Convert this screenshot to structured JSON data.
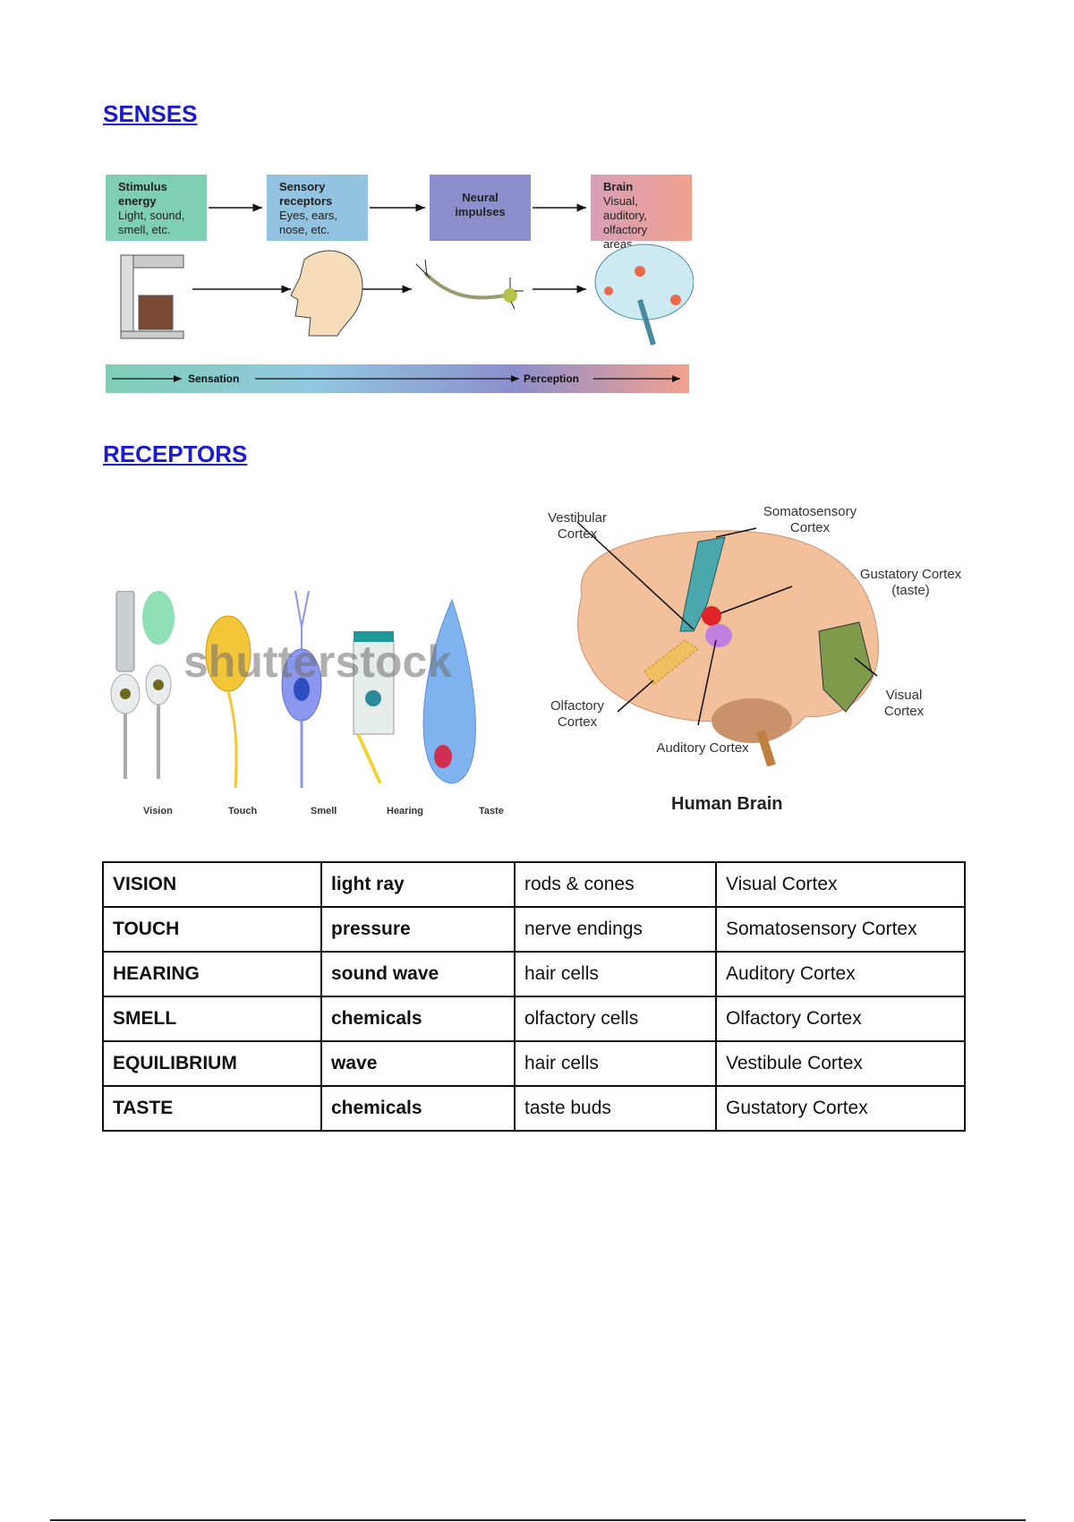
{
  "sections": {
    "senses": "SENSES",
    "receptors": "RECEPTORS"
  },
  "senses_diagram": {
    "boxes": [
      {
        "title": "Stimulus energy",
        "desc": "Light, sound, smell, etc.",
        "color": "#7fcfb5"
      },
      {
        "title": "Sensory receptors",
        "desc": "Eyes, ears, nose, etc.",
        "color": "#92c3e0"
      },
      {
        "title": "Neural impulses",
        "desc": "",
        "color": "#8c8fcc"
      },
      {
        "title": "Brain",
        "desc": "Visual, auditory, olfactory areas",
        "color": "#e89a93"
      }
    ],
    "bar": {
      "left": "Sensation",
      "right": "Perception"
    }
  },
  "receptor_cells": [
    "Vision",
    "Touch",
    "Smell",
    "Hearing",
    "Taste"
  ],
  "watermark": "shutterstock",
  "brain": {
    "title": "Human Brain",
    "labels": {
      "vestibular": "Vestibular Cortex",
      "somatosensory": "Somatosensory Cortex",
      "gustatory": "Gustatory Cortex (taste)",
      "visual": "Visual Cortex",
      "olfactory": "Olfactory Cortex",
      "auditory": "Auditory Cortex"
    }
  },
  "table": {
    "rows": [
      [
        "VISION",
        "light ray",
        "rods & cones",
        "Visual Cortex"
      ],
      [
        "TOUCH",
        "pressure",
        "nerve endings",
        "Somatosensory Cortex"
      ],
      [
        "HEARING",
        "sound wave",
        "hair cells",
        "Auditory Cortex"
      ],
      [
        "SMELL",
        "chemicals",
        "olfactory cells",
        "Olfactory Cortex"
      ],
      [
        "EQUILIBRIUM",
        "wave",
        "hair cells",
        "Vestibule Cortex"
      ],
      [
        "TASTE",
        "chemicals",
        "taste buds",
        "Gustatory Cortex"
      ]
    ]
  }
}
